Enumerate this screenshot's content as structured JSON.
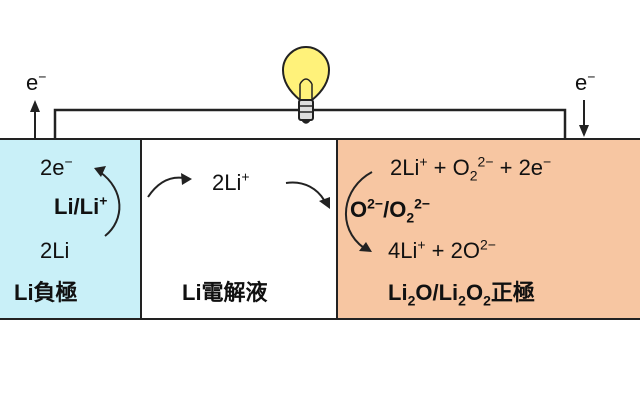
{
  "colors": {
    "anode_bg": "#c9f0f8",
    "electrolyte_bg": "#ffffff",
    "cathode_bg": "#f7c6a2",
    "bulb_fill": "#fff27a",
    "line": "#222222"
  },
  "icons": {
    "bulb": "lightbulb-icon",
    "arrow": "arrow-icon"
  },
  "labels": {
    "electron_left": "e",
    "electron_right": "e",
    "electron_sup": "−",
    "anode_product": "2e",
    "anode_product_sup": "−",
    "anode_couple": "Li/Li",
    "anode_couple_sup": "+",
    "anode_reactant": "2Li",
    "anode_name": "Li負極",
    "electrolyte_ion": "2Li",
    "electrolyte_ion_sup": "+",
    "electrolyte_name": "Li電解液",
    "cathode_eq1_a": "2Li",
    "cathode_eq1_a_sup": "+",
    "cathode_eq1_b": " + O",
    "cathode_eq1_b_sub": "2",
    "cathode_eq1_b_sup": "2−",
    "cathode_eq1_c": " + 2e",
    "cathode_eq1_c_sup": "−",
    "cathode_couple_a": "O",
    "cathode_couple_a_sup": "2−",
    "cathode_couple_b": "/O",
    "cathode_couple_b_sub": "2",
    "cathode_couple_b_sup": "2−",
    "cathode_eq2_a": "4Li",
    "cathode_eq2_a_sup": "+",
    "cathode_eq2_b": " + 2O",
    "cathode_eq2_b_sup": "2−",
    "cathode_name_a": "Li",
    "cathode_name_a_sub": "2",
    "cathode_name_b": "O/Li",
    "cathode_name_b_sub": "2",
    "cathode_name_c": "O",
    "cathode_name_c_sub": "2",
    "cathode_name_d": "正極"
  }
}
